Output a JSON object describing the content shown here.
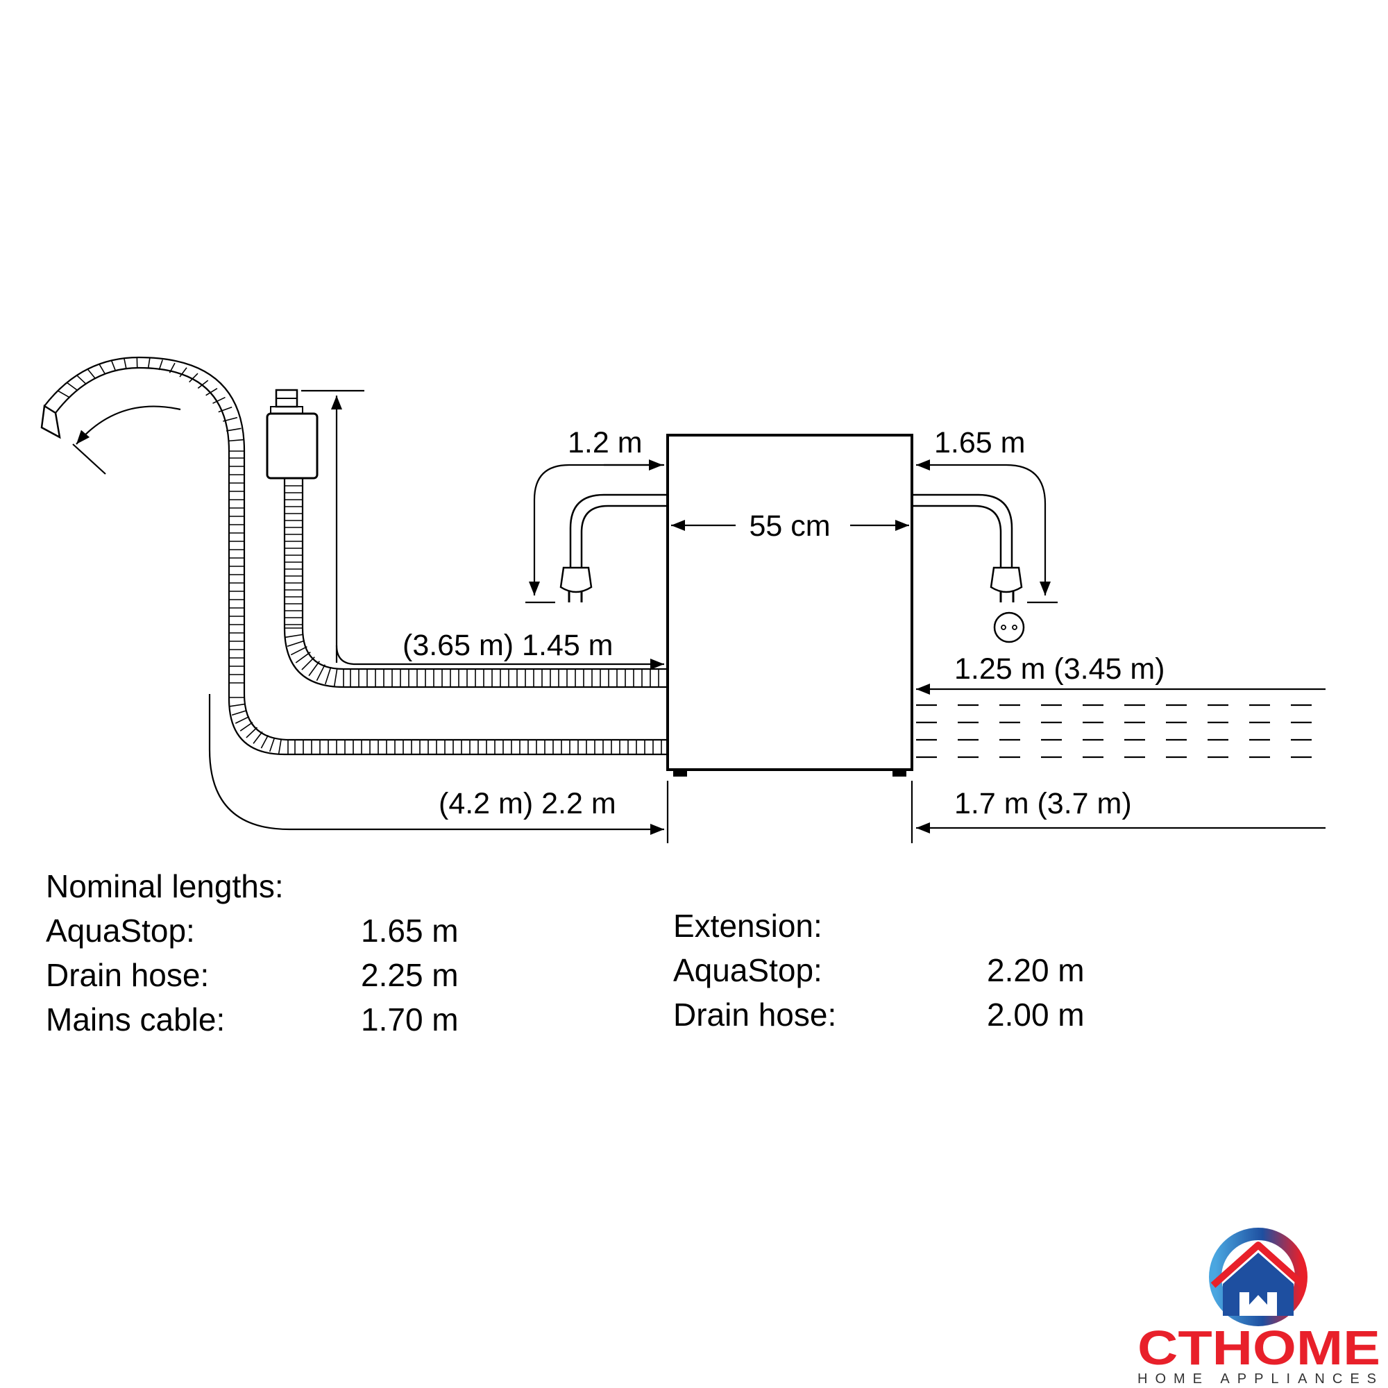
{
  "dimensions": {
    "width": "55 cm",
    "left_cable": "1.2 m",
    "right_cable": "1.65 m",
    "aquastop_left": "(3.65 m) 1.45 m",
    "aquastop_right": "1.25 m (3.45 m)",
    "drain_left": "(4.2 m) 2.2 m",
    "drain_right": "1.7 m (3.7 m)"
  },
  "nominal": {
    "heading": "Nominal lengths:",
    "rows": [
      {
        "label": "AquaStop:",
        "value": "1.65 m"
      },
      {
        "label": "Drain hose:",
        "value": "2.25 m"
      },
      {
        "label": "Mains cable:",
        "value": "1.70 m"
      }
    ]
  },
  "extension": {
    "heading": "Extension:",
    "rows": [
      {
        "label": "AquaStop:",
        "value": "2.20 m"
      },
      {
        "label": "Drain hose:",
        "value": "2.00 m"
      }
    ]
  },
  "logo": {
    "name": "CTHOME",
    "tagline": "HOME APPLIANCES",
    "colors": {
      "red": "#e8202a",
      "blue": "#1e4fa0",
      "light_blue": "#4aa6e0"
    }
  }
}
